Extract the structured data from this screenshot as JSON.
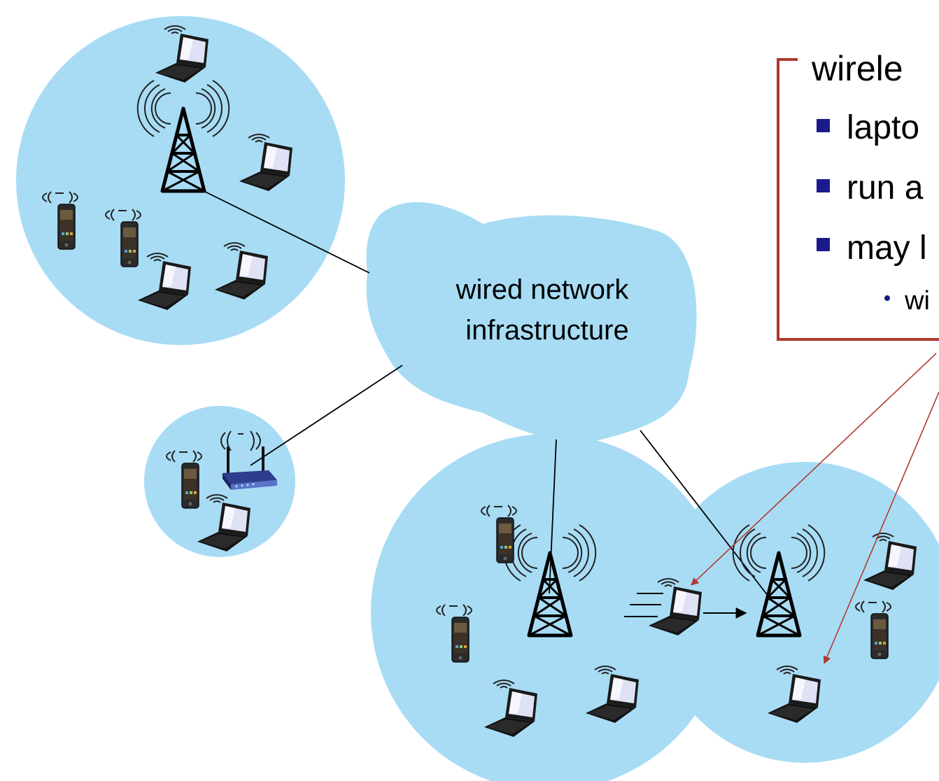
{
  "cloud": {
    "line1": "wired network",
    "line2": "infrastructure"
  },
  "callout": {
    "heading": "wirele",
    "bullets": [
      "lapto",
      "run a",
      "may l"
    ],
    "subbullet": "wi"
  },
  "colors": {
    "cell_fill": "#a8dcf5",
    "callout_border": "#b03a2e",
    "bullet": "#1a1a8c",
    "arrow": "#b03a2e"
  }
}
